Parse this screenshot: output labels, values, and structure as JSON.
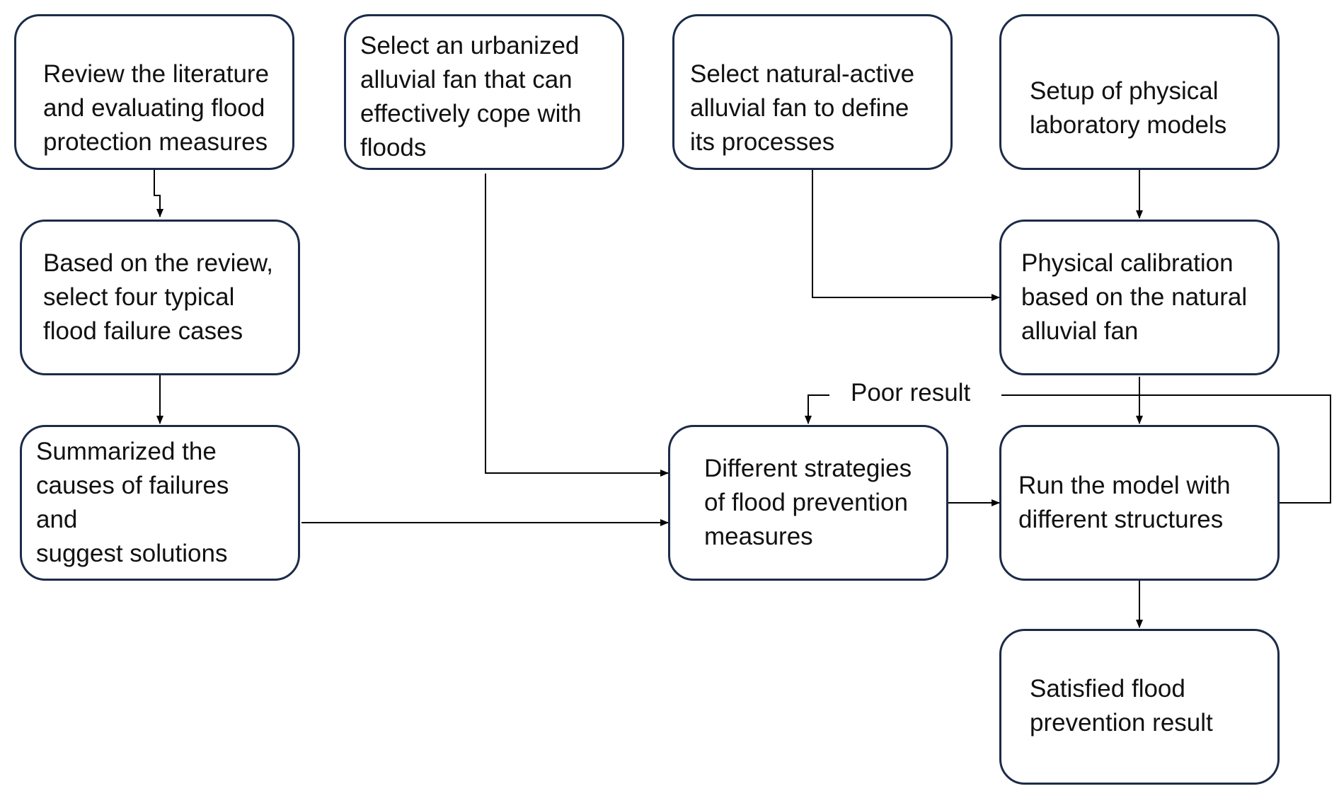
{
  "diagram": {
    "colors": {
      "stroke": "#1c2b48",
      "edge": "#000000",
      "text": "#111111"
    },
    "nodes": {
      "review": "Review the literature\nand evaluating flood\nprotection measures",
      "urban_fan": "Select an urbanized\nalluvial fan that can\neffectively cope with\nfloods",
      "natural_fan": "Select natural-active\nalluvial fan to define\nits processes",
      "setup": "Setup of physical\nlaboratory models",
      "based_review": "Based on the review,\nselect four typical\nflood failure cases",
      "calibration": "Physical calibration\nbased on the natural\nalluvial fan",
      "summarized": "Summarized the\ncauses of failures and\nsuggest solutions",
      "strategies": "Different strategies\nof flood prevention\nmeasures",
      "run_model": "Run the model with\ndifferent structures",
      "satisfied": "Satisfied flood\nprevention result"
    },
    "edge_labels": {
      "poor_result": "Poor result"
    }
  }
}
